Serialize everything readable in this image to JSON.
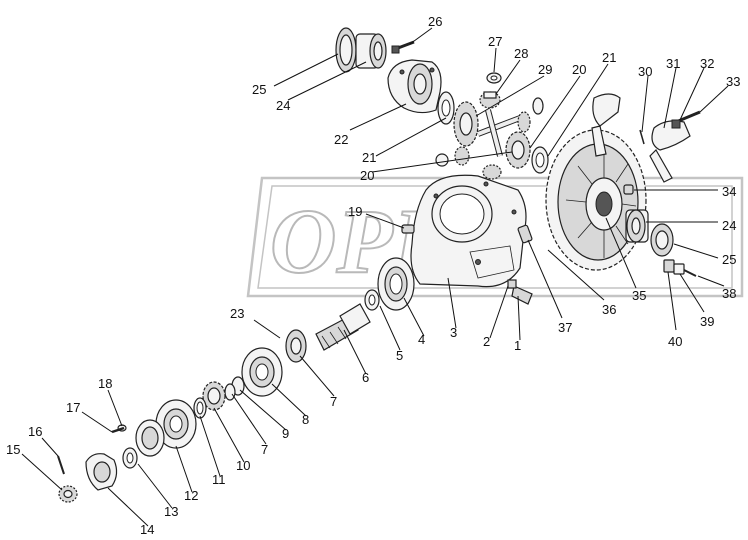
{
  "watermark": {
    "text": "OPEX"
  },
  "callouts": [
    {
      "num": "1"
    },
    {
      "num": "2"
    },
    {
      "num": "3"
    },
    {
      "num": "4"
    },
    {
      "num": "5"
    },
    {
      "num": "6"
    },
    {
      "num": "7"
    },
    {
      "num": "7"
    },
    {
      "num": "8"
    },
    {
      "num": "9"
    },
    {
      "num": "10"
    },
    {
      "num": "11"
    },
    {
      "num": "12"
    },
    {
      "num": "13"
    },
    {
      "num": "14"
    },
    {
      "num": "15"
    },
    {
      "num": "16"
    },
    {
      "num": "17"
    },
    {
      "num": "18"
    },
    {
      "num": "19"
    },
    {
      "num": "20"
    },
    {
      "num": "20"
    },
    {
      "num": "21"
    },
    {
      "num": "21"
    },
    {
      "num": "22"
    },
    {
      "num": "23"
    },
    {
      "num": "24"
    },
    {
      "num": "24"
    },
    {
      "num": "25"
    },
    {
      "num": "25"
    },
    {
      "num": "26"
    },
    {
      "num": "27"
    },
    {
      "num": "28"
    },
    {
      "num": "29"
    },
    {
      "num": "30"
    },
    {
      "num": "31"
    },
    {
      "num": "32"
    },
    {
      "num": "33"
    },
    {
      "num": "34"
    },
    {
      "num": "35"
    },
    {
      "num": "36"
    },
    {
      "num": "37"
    },
    {
      "num": "38"
    },
    {
      "num": "39"
    },
    {
      "num": "40"
    }
  ]
}
